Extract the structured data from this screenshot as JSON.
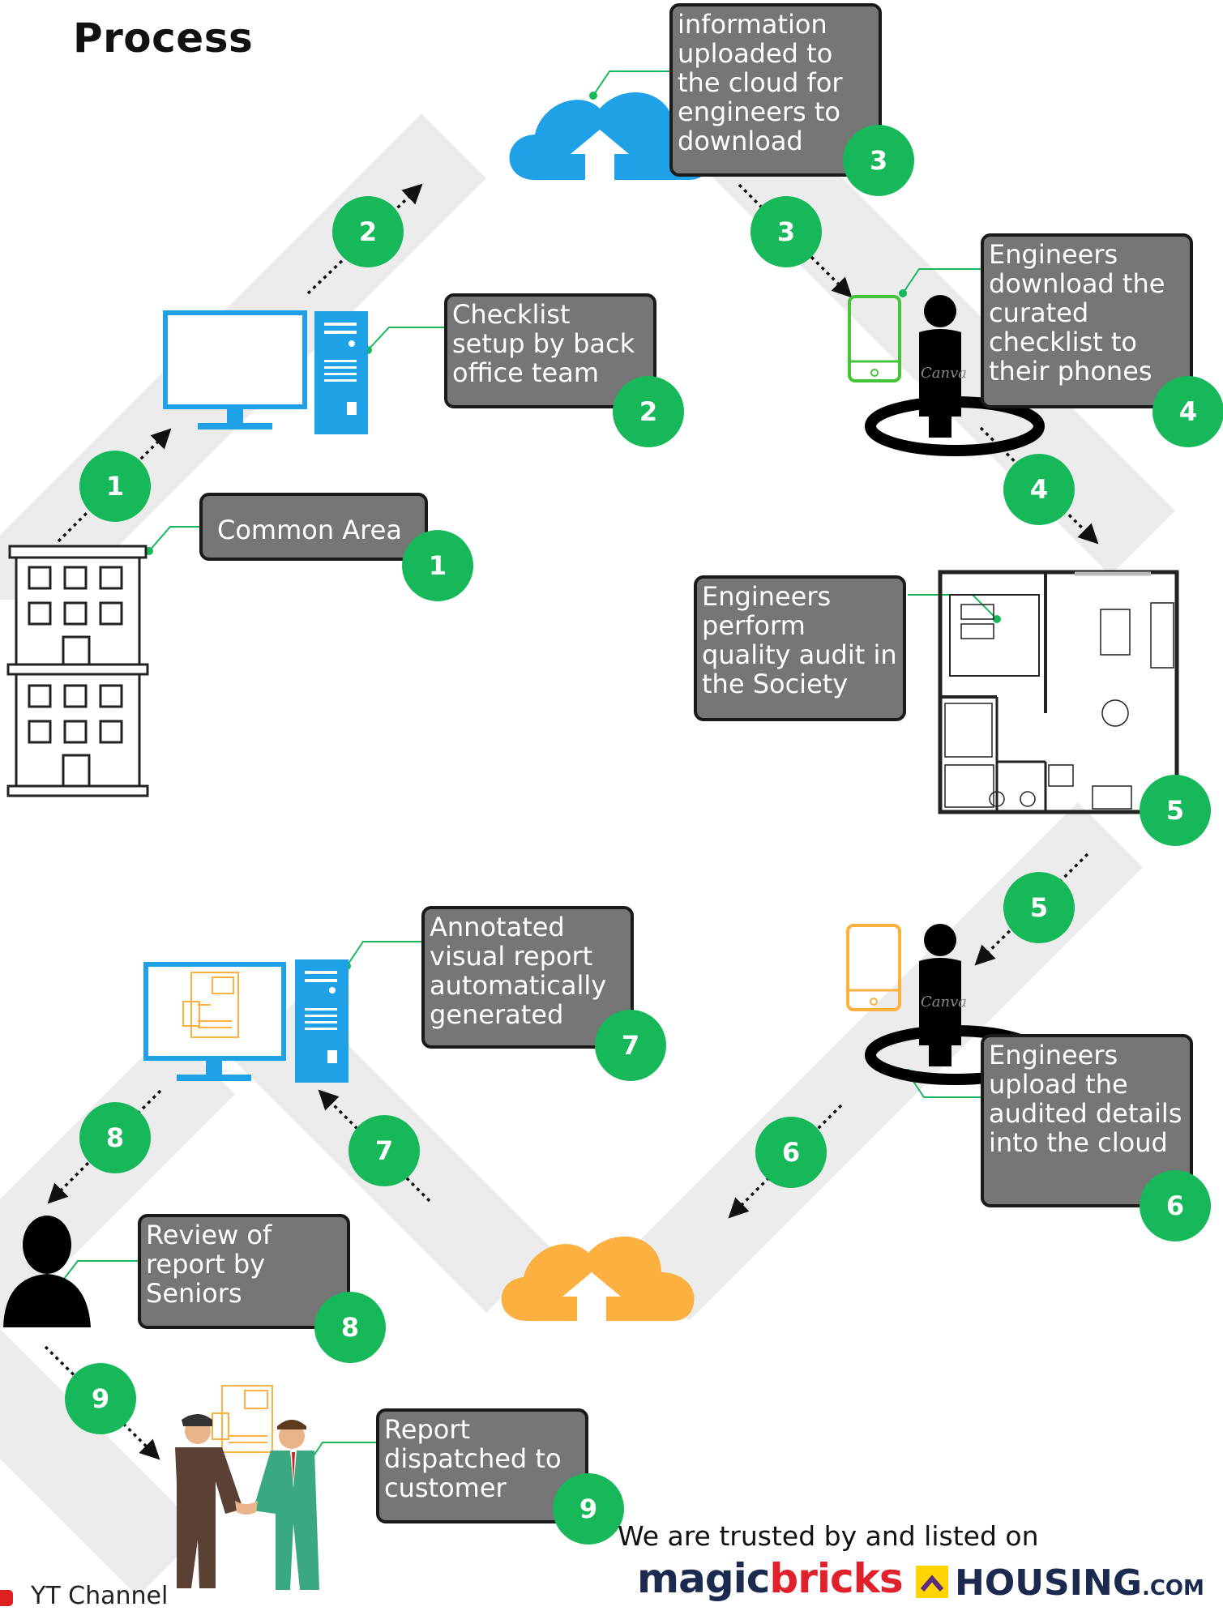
{
  "title": "Process",
  "colors": {
    "badge": "#17b85a",
    "box": "#767676",
    "band": "#ececec",
    "blue": "#1ea1e6",
    "green_phone": "#45c43a",
    "orange": "#fbb040",
    "connector": "#17b85a"
  },
  "steps": [
    {
      "number": "1",
      "label": "Common Area"
    },
    {
      "number": "2",
      "label": "Checklist setup by back office team"
    },
    {
      "number": "3",
      "label": "information uploaded to the cloud for engineers to download"
    },
    {
      "number": "4",
      "label": "Engineers download the curated checklist to their phones"
    },
    {
      "number": "5",
      "label": "Engineers perform quality audit in the Society"
    },
    {
      "number": "6",
      "label": "Engineers upload the audited details into the cloud"
    },
    {
      "number": "7",
      "label": "Annotated visual report automatically generated"
    },
    {
      "number": "8",
      "label": "Review of report by Seniors"
    },
    {
      "number": "9",
      "label": "Report dispatched to customer"
    }
  ],
  "icons": [
    "building-icon",
    "desktop-computer-icon",
    "cloud-upload-icon",
    "phone-person-icon",
    "floor-plan-icon",
    "report-computer-icon",
    "person-icon",
    "handshake-icon"
  ],
  "canva_watermark": "Canva",
  "footer": {
    "trusted_text": "We are trusted by and listed on",
    "brand1_part1": "magic",
    "brand1_part2": "bricks",
    "brand2_text": "HOUSING",
    "brand2_suffix": ".COM",
    "yt_label": "YT Channel"
  }
}
